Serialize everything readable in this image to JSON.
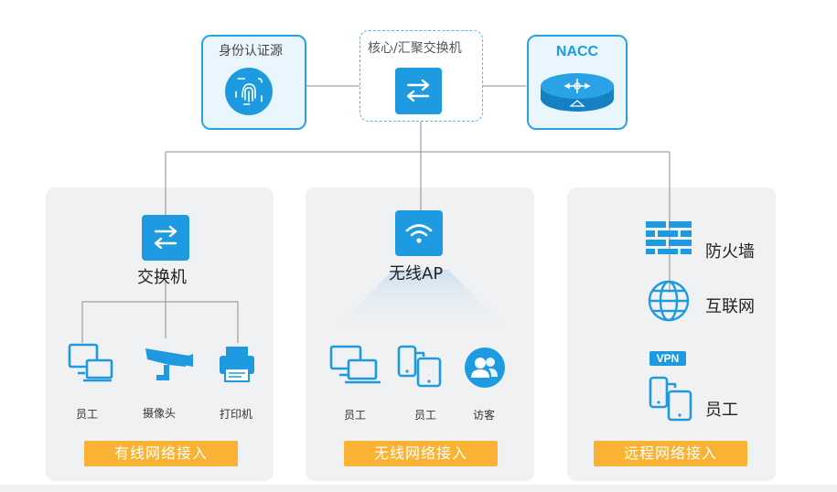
{
  "top": {
    "identity_source": "身份认证源",
    "core_switch": "核心/汇聚交换机",
    "nacc": "NACC"
  },
  "panels": {
    "wired": {
      "device": "交换机",
      "endpoints": [
        "员工",
        "摄像头",
        "打印机"
      ],
      "badge": "有线网络接入"
    },
    "wireless": {
      "device": "无线AP",
      "endpoints": [
        "员工",
        "员工",
        "访客"
      ],
      "badge": "无线网络接入"
    },
    "remote": {
      "firewall": "防火墙",
      "internet": "互联网",
      "vpn": "VPN",
      "employee": "员工",
      "badge": "远程网络接入"
    }
  },
  "colors": {
    "accent": "#1e9be0",
    "badge": "#f9b233",
    "panel": "#f0f1f2",
    "line": "#8c8c8c"
  },
  "icons": [
    "fingerprint-icon",
    "switch-icon",
    "router-icon",
    "wifi-icon",
    "monitor-icon",
    "camera-icon",
    "printer-icon",
    "phone-tablet-icon",
    "visitor-icon",
    "firewall-icon",
    "globe-icon"
  ]
}
